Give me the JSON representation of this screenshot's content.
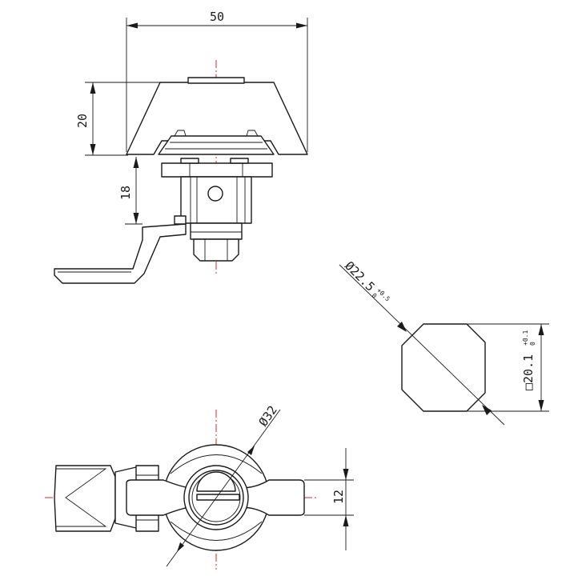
{
  "dimensions": {
    "width_top": "50",
    "height_head": "20",
    "height_body": "18",
    "cutout_diameter": "Ø22.5",
    "cutout_diameter_tol_upper": "+0.5",
    "cutout_diameter_tol_lower": "0",
    "cutout_flat": "□20.1",
    "cutout_flat_tol_upper": "+0.1",
    "cutout_flat_tol_lower": "0",
    "face_diameter": "Ø32",
    "handle_width": "12"
  }
}
